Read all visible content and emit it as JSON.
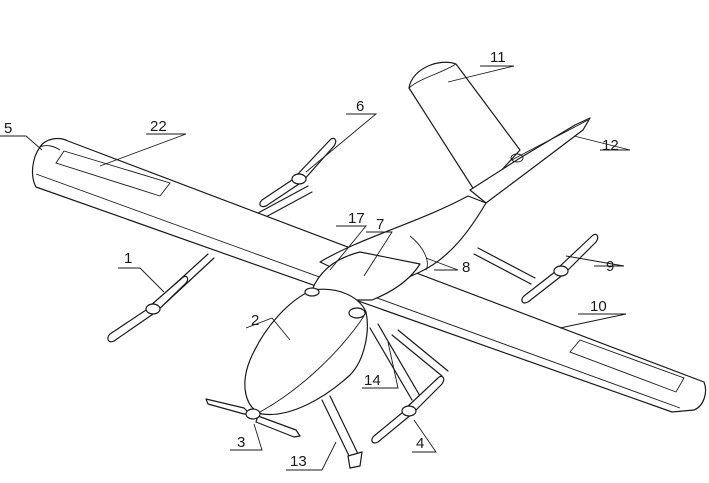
{
  "figure": {
    "labels": {
      "l1": "1",
      "l2": "2",
      "l3": "3",
      "l4": "4",
      "l5": "5",
      "l6": "6",
      "l7": "7",
      "l8": "8",
      "l9": "9",
      "l10": "10",
      "l11": "11",
      "l12": "12",
      "l13": "13",
      "l14": "14",
      "l17": "17",
      "l22": "22"
    }
  }
}
